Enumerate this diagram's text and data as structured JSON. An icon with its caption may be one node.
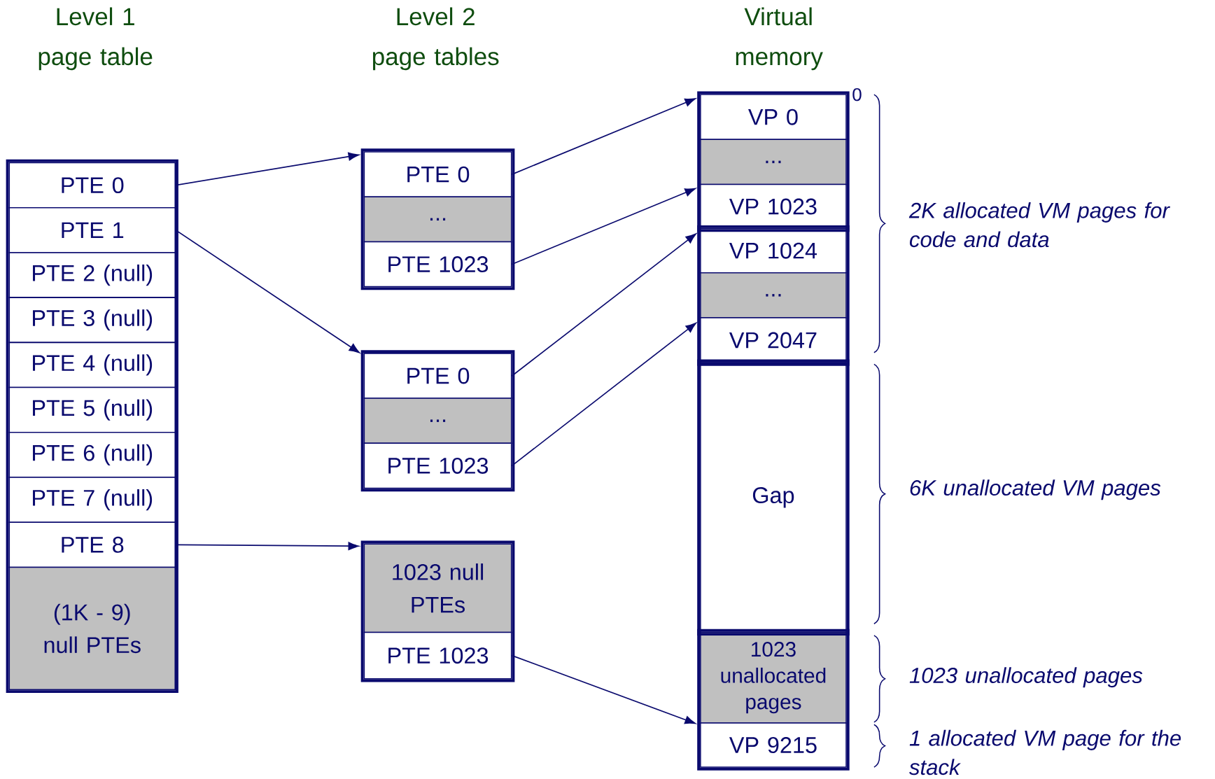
{
  "diagram": {
    "nodes": [
      {
        "text": [
          "PTE 0"
        ]
      },
      {
        "text": [
          "PTE 1"
        ]
      },
      {
        "text": [
          "PTE 2 (null)"
        ]
      },
      {
        "text": [
          "PTE 3 (null)"
        ]
      },
      {
        "text": [
          "PTE 4 (null)"
        ]
      },
      {
        "text": [
          "PTE 5 (null)"
        ]
      },
      {
        "text": [
          "PTE 6 (null)"
        ]
      },
      {
        "text": [
          "PTE 7 (null)"
        ]
      },
      {
        "text": [
          "PTE 8"
        ]
      },
      {
        "text": [
          "(1K - 9) null PTEs"
        ]
      },
      {
        "text": [
          "PTE 0"
        ]
      },
      {
        "text": [
          "..."
        ]
      },
      {
        "text": [
          "PTE 1023"
        ]
      },
      {
        "text": [
          "PTE 0"
        ]
      },
      {
        "text": [
          "..."
        ]
      },
      {
        "text": [
          "PTE 1023"
        ]
      },
      {
        "text": [
          "1023 null PTEs"
        ]
      },
      {
        "text": [
          "PTE 1023"
        ]
      },
      {
        "text": [
          "VP 0"
        ]
      },
      {
        "text": [
          "..."
        ]
      },
      {
        "text": [
          "VP 1023"
        ]
      },
      {
        "text": [
          "VP 1024"
        ]
      },
      {
        "text": [
          "..."
        ]
      },
      {
        "text": [
          "VP 2047"
        ]
      },
      {
        "text": [
          "Gap"
        ]
      },
      {
        "text": [
          "1023 unallocated pages"
        ]
      },
      {
        "text": [
          "VP 9215"
        ]
      }
    ],
    "edges": [
      {
        "from": 0,
        "to": 10,
        "arrow": "to"
      },
      {
        "from": 1,
        "to": 13,
        "arrow": "to"
      },
      {
        "from": 8,
        "to": 16,
        "arrow": "to"
      },
      {
        "from": 10,
        "to": 18,
        "arrow": "to"
      },
      {
        "from": 12,
        "to": 20,
        "arrow": "to"
      },
      {
        "from": 13,
        "to": 21,
        "arrow": "to"
      },
      {
        "from": 15,
        "to": 23,
        "arrow": "to"
      },
      {
        "from": 17,
        "to": 26,
        "arrow": "to"
      }
    ],
    "labels": [
      "Level 1 page table",
      "Level 2 page tables",
      "Virtual memory",
      "0",
      "2K allocated VM pages for code and data",
      "6K unallocated VM pages",
      "1023 unallocated pages",
      "1 allocated VM page for the stack"
    ]
  }
}
